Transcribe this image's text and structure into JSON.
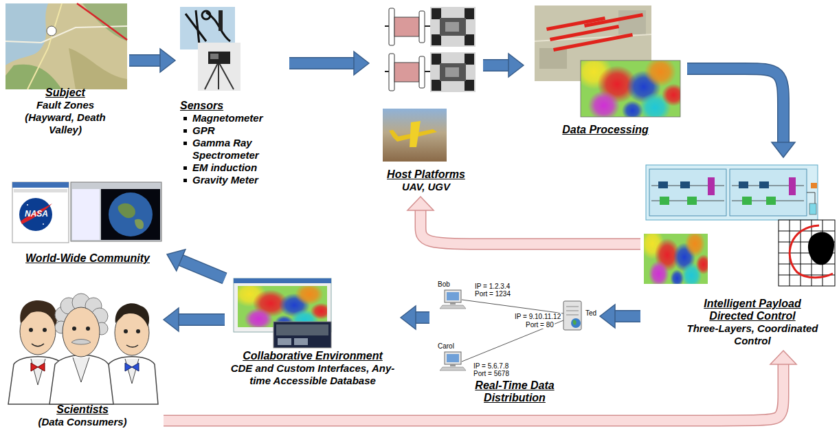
{
  "diagram": {
    "nodes": [
      {
        "text": [
          "Subject",
          "Fault Zones (Hayward, Death Valley)"
        ]
      },
      {
        "text": [
          "Sensors",
          "Magnetometer",
          "GPR",
          "Gamma Ray Spectrometer",
          "EM induction",
          "Gravity Meter"
        ]
      },
      {
        "text": [
          "Host Platforms",
          "UAV, UGV"
        ]
      },
      {
        "text": [
          "Data Processing"
        ]
      },
      {
        "text": [
          "Intelligent Payload Directed Control",
          "Three-Layers, Coordinated Control"
        ]
      },
      {
        "text": [
          "Real-Time Data Distribution"
        ]
      },
      {
        "text": [
          "Collaborative Environment",
          "CDE and Custom Interfaces, Any-time Accessible Database"
        ]
      },
      {
        "text": [
          "Scientists",
          "(Data Consumers)"
        ]
      },
      {
        "text": [
          "World-Wide Community"
        ]
      }
    ],
    "edges": [
      {
        "from": 0,
        "to": 1,
        "arrow": "to"
      },
      {
        "from": 1,
        "to": 2,
        "arrow": "to"
      },
      {
        "from": 2,
        "to": 3,
        "arrow": "to"
      },
      {
        "from": 3,
        "to": 4,
        "arrow": "to"
      },
      {
        "from": 4,
        "to": 2,
        "arrow": "to"
      },
      {
        "from": 4,
        "to": 5,
        "arrow": "to"
      },
      {
        "from": 5,
        "to": 6,
        "arrow": "to"
      },
      {
        "from": 6,
        "to": 7,
        "arrow": "to"
      },
      {
        "from": 6,
        "to": 8,
        "arrow": "to"
      },
      {
        "from": 7,
        "to": 4,
        "arrow": "to"
      }
    ],
    "labels": [
      "Bob",
      "IP = 1.2.3.4",
      "Port = 1234",
      "IP = 9.10.11.12",
      "Port = 80",
      "Ted",
      "Carol",
      "IP = 5.6.7.8",
      "Port = 5678",
      "NASA"
    ]
  }
}
